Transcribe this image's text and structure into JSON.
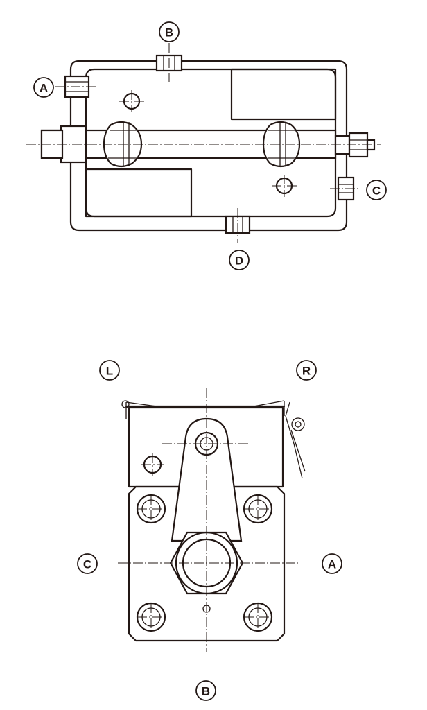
{
  "top_view": {
    "labels": {
      "a": "A",
      "b": "B",
      "c": "C",
      "d": "D"
    }
  },
  "bottom_view": {
    "labels": {
      "l": "L",
      "r": "R",
      "c": "C",
      "a": "A",
      "b": "B"
    }
  },
  "colors": {
    "line": "#231815",
    "background": "#ffffff"
  }
}
